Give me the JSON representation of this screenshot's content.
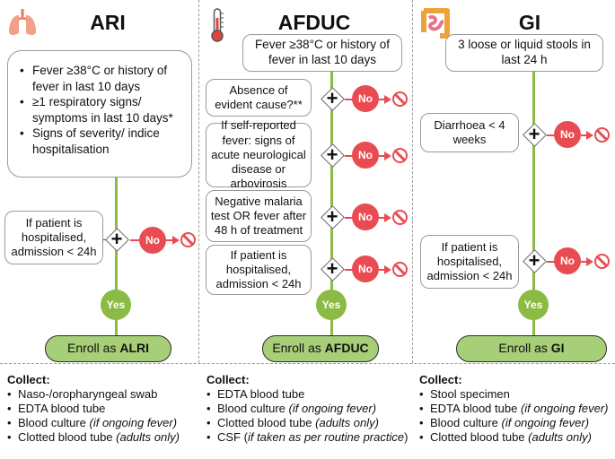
{
  "columns": {
    "ari": {
      "title": "ARI",
      "icon": "lungs-icon",
      "criteria": [
        "Fever ≥38°C or history of fever in last 10 days",
        "≥1 respiratory signs/ symptoms in last 10 days*",
        "Signs of severity/ indice hospitalisation"
      ],
      "check1": "If patient is hospitalised, admission < 24h",
      "no_label": "No",
      "yes_label": "Yes",
      "enroll_prefix": "Enroll as ",
      "enroll_bold": "ALRI",
      "collect_title": "Collect:",
      "collect_items": [
        {
          "text": "Naso-/oropharyngeal swab",
          "note": ""
        },
        {
          "text": "EDTA blood tube",
          "note": ""
        },
        {
          "text": "Blood culture ",
          "note": "(if ongoing fever)"
        },
        {
          "text": "Clotted blood tube ",
          "note": "(adults only)"
        }
      ]
    },
    "afduc": {
      "title": "AFDUC",
      "icon": "thermometer-icon",
      "criteria": "Fever ≥38°C or history of fever in last 10 days",
      "checks": [
        "Absence of evident cause?**",
        "If self-reported fever: signs of acute neurological disease or arbovirosis",
        "Negative malaria test OR fever after 48 h of treatment",
        "If patient is hospitalised, admission < 24h"
      ],
      "no_label": "No",
      "yes_label": "Yes",
      "enroll_prefix": "Enroll as ",
      "enroll_bold": "AFDUC",
      "collect_title": "Collect:",
      "collect_items": [
        {
          "text": "EDTA blood tube",
          "note": ""
        },
        {
          "text": "Blood culture ",
          "note": "(if ongoing fever)"
        },
        {
          "text": "Clotted blood tube ",
          "note": "(adults only)"
        },
        {
          "text": "CSF (",
          "note": "if taken as per routine practice",
          "suffix": ")"
        }
      ]
    },
    "gi": {
      "title": "GI",
      "icon": "intestine-icon",
      "criteria": "3 loose or liquid stools in last 24 h",
      "checks": [
        "Diarrhoea < 4 weeks",
        "If patient is hospitalised, admission < 24h"
      ],
      "no_label": "No",
      "yes_label": "Yes",
      "enroll_prefix": "Enroll as ",
      "enroll_bold": "GI",
      "collect_title": "Collect:",
      "collect_items": [
        {
          "text": "Stool specimen",
          "note": ""
        },
        {
          "text": "EDTA blood tube ",
          "note": "(if ongoing fever)"
        },
        {
          "text": "Blood culture ",
          "note": "(if ongoing fever)"
        },
        {
          "text": "Clotted blood tube ",
          "note": "(adults only)"
        }
      ]
    }
  },
  "colors": {
    "green_line": "#8bbb45",
    "enroll_fill": "#a7cf77",
    "no_red": "#e94b52",
    "border_grey": "#9a9a9a"
  }
}
